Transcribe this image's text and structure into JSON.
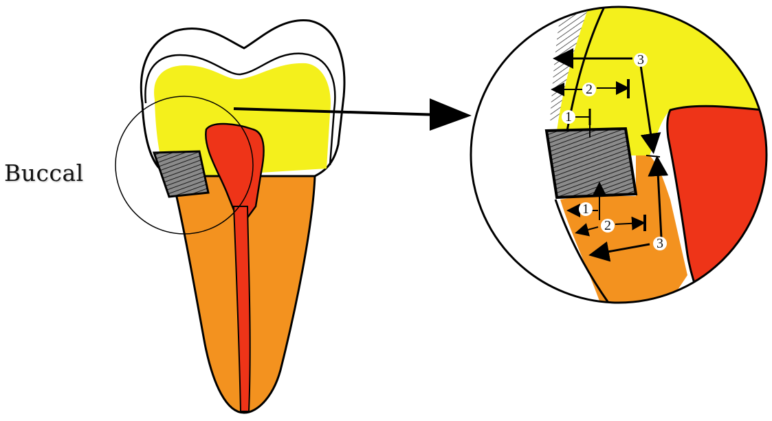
{
  "labels": {
    "side": "Buccal"
  },
  "measurement_markers": {
    "enamel": [
      "3",
      "2",
      "1"
    ],
    "dentin": [
      "1",
      "2",
      "3"
    ]
  },
  "colors": {
    "enamel": "#f4f01c",
    "dentin": "#f3921f",
    "pulp": "#ee3418",
    "restoration": "#5a5a5a",
    "outline": "#000000"
  }
}
